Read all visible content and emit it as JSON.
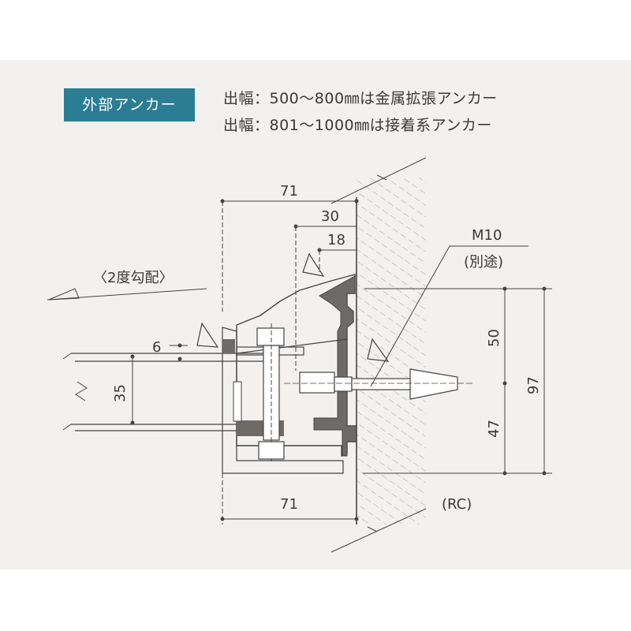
{
  "header": {
    "badge": "外部アンカー",
    "note_line1": "出幅：500〜800㎜は金属拡張アンカー",
    "note_line2": "出幅：801〜1000㎜は接着系アンカー"
  },
  "drawing": {
    "slope": "〈2度勾配〉",
    "dim_71_top": "71",
    "dim_30": "30",
    "dim_18": "18",
    "dim_6": "6",
    "dim_35": "35",
    "dim_50": "50",
    "dim_47": "47",
    "dim_97": "97",
    "dim_71_bottom": "71",
    "bolt": "M10",
    "bolt_note": "(別途)",
    "wall": "(RC)"
  },
  "colors": {
    "panel_bg": "#f2f1f0",
    "badge_bg": "#2b7d93",
    "line": "#444444",
    "profile_fill": "#6e6a68"
  }
}
